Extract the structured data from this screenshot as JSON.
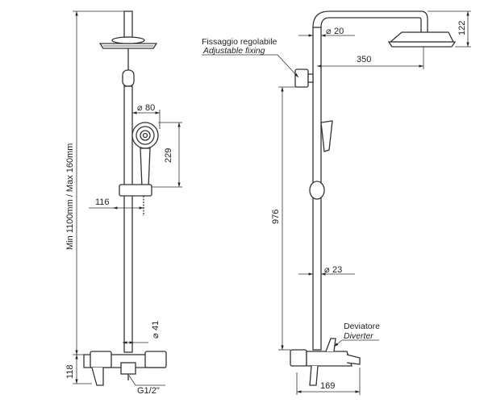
{
  "dimensions": {
    "height_range": "Min 1100mm / Max 160mm",
    "base_height": "118",
    "hand_shower_dia": "80",
    "hand_shower_len": "229",
    "holder_offset": "116",
    "bar_dia_left": "41",
    "inlet_thread": "G1/2\"",
    "arm_dia": "20",
    "head_height": "122",
    "arm_length": "350",
    "column_height": "976",
    "column_dia": "23",
    "mixer_width": "169"
  },
  "labels": {
    "fixing_it": "Fissaggio regolabile",
    "fixing_en": "Adjustable fixing",
    "diverter_it": "Deviatore",
    "diverter_en": "Diverter"
  },
  "symbols": {
    "diameter": "⌀"
  }
}
